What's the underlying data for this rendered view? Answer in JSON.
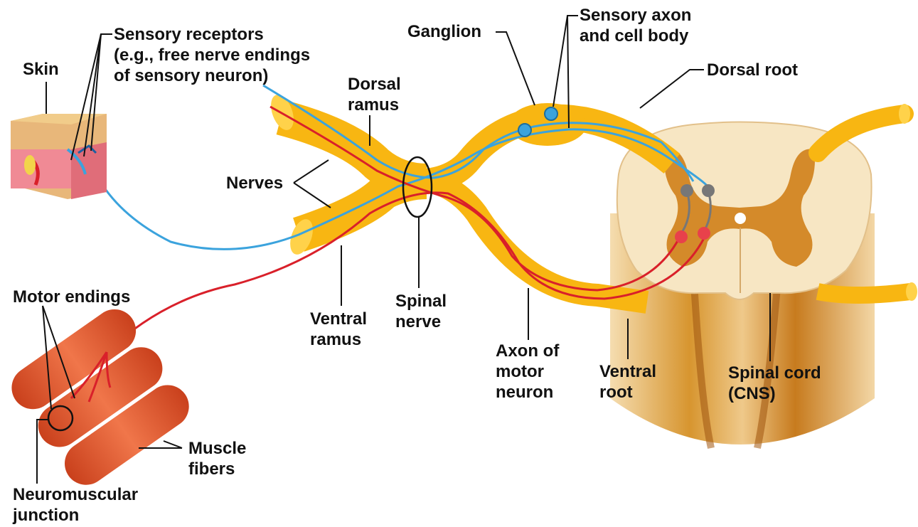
{
  "colors": {
    "nerve_sheath": "#f8b612",
    "nerve_highlight": "#ffe07a",
    "sensory_axon": "#3ba3dd",
    "motor_axon": "#d9202a",
    "cord_grey": "#d48a2a",
    "cord_white": "#f7e6c3",
    "muscle": "#e35a2b",
    "label_text": "#111111"
  },
  "labels": {
    "skin": "Skin",
    "sensory_receptors": [
      "Sensory receptors",
      "(e.g., free nerve endings",
      "of sensory neuron)"
    ],
    "ganglion": "Ganglion",
    "sensory_axon": [
      "Sensory axon",
      "and cell body"
    ],
    "dorsal_root": "Dorsal root",
    "dorsal_ramus": [
      "Dorsal",
      "ramus"
    ],
    "nerves": "Nerves",
    "motor_endings": "Motor endings",
    "ventral_ramus": [
      "Ventral",
      "ramus"
    ],
    "spinal_nerve": [
      "Spinal",
      "nerve"
    ],
    "axon_motor_neuron": [
      "Axon of",
      "motor",
      "neuron"
    ],
    "ventral_root": [
      "Ventral",
      "root"
    ],
    "spinal_cord": [
      "Spinal cord",
      "(CNS)"
    ],
    "muscle_fibers": [
      "Muscle",
      "fibers"
    ],
    "neuromuscular_junction": [
      "Neuromuscular",
      "junction"
    ]
  }
}
